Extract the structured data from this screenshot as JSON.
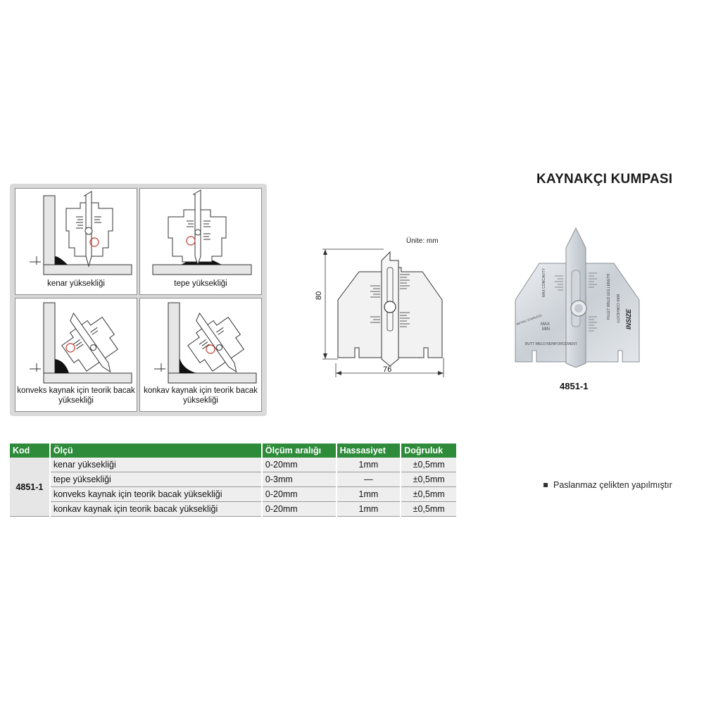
{
  "product": {
    "title": "KAYNAKÇI KUMPASI",
    "code": "4851-1",
    "gauge_text": {
      "brand": "INSIZE",
      "max_concavity": "MAX CONCAVITY",
      "max_convexity": "MAX CONVEXITY",
      "max": "MAX",
      "min": "MIN",
      "metric": "METRIC STAINLESS",
      "butt_weld": "BUTT WELD REINFORCEMENT",
      "fillet_weld": "FILLET WELD LEG LENGTH"
    }
  },
  "usage_diagrams": [
    {
      "label": "kenar yüksekliği"
    },
    {
      "label": "tepe yüksekliği"
    },
    {
      "label": "konveks kaynak için teorik bacak yüksekliği"
    },
    {
      "label": "konkav kaynak için teorik bacak yüksekliği"
    }
  ],
  "dimension_drawing": {
    "unit": "Ünite: mm",
    "height": "80",
    "width": "76"
  },
  "spec_table": {
    "headers": [
      "Kod",
      "Ölçü",
      "Ölçüm aralığı",
      "Hassasiyet",
      "Doğruluk"
    ],
    "code": "4851-1",
    "rows": [
      {
        "measure": "kenar yüksekliği",
        "range": "0-20mm",
        "resolution": "1mm",
        "accuracy": "±0,5mm"
      },
      {
        "measure": "tepe yüksekliği",
        "range": "0-3mm",
        "resolution": "—",
        "accuracy": "±0,5mm"
      },
      {
        "measure": "konveks kaynak için teorik bacak yüksekliği",
        "range": "0-20mm",
        "resolution": "1mm",
        "accuracy": "±0,5mm"
      },
      {
        "measure": "konkav kaynak için teorik bacak yüksekliği",
        "range": "0-20mm",
        "resolution": "1mm",
        "accuracy": "±0,5mm"
      }
    ]
  },
  "features": [
    "Paslanmaz çelikten yapılmıştır"
  ],
  "colors": {
    "table_header": "#2e8b3a",
    "table_row": "#eeeeee",
    "panel": "#d9d9d9"
  }
}
